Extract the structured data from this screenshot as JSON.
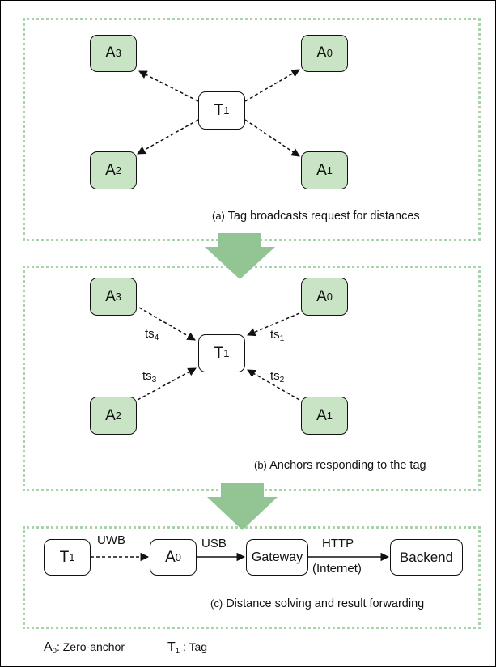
{
  "panel_a": {
    "caption_prefix": "(a)",
    "caption_text": "Tag broadcasts request for distances",
    "nodes": {
      "a3": {
        "base": "A",
        "sub": "3"
      },
      "a0": {
        "base": "A",
        "sub": "0"
      },
      "a2": {
        "base": "A",
        "sub": "2"
      },
      "a1": {
        "base": "A",
        "sub": "1"
      },
      "t1": {
        "base": "T",
        "sub": "1"
      }
    }
  },
  "panel_b": {
    "caption_prefix": "(b)",
    "caption_text": "Anchors responding to the tag",
    "nodes": {
      "a3": {
        "base": "A",
        "sub": "3"
      },
      "a0": {
        "base": "A",
        "sub": "0"
      },
      "a2": {
        "base": "A",
        "sub": "2"
      },
      "a1": {
        "base": "A",
        "sub": "1"
      },
      "t1": {
        "base": "T",
        "sub": "1"
      }
    },
    "timestamps": {
      "ts4": {
        "base": "ts",
        "sub": "4"
      },
      "ts1": {
        "base": "ts",
        "sub": "1"
      },
      "ts3": {
        "base": "ts",
        "sub": "3"
      },
      "ts2": {
        "base": "ts",
        "sub": "2"
      }
    }
  },
  "panel_c": {
    "caption_prefix": "(c)",
    "caption_text": "Distance solving and result forwarding",
    "nodes": {
      "t1": {
        "base": "T",
        "sub": "1"
      },
      "a0": {
        "base": "A",
        "sub": "0"
      },
      "gateway": "Gateway",
      "backend": "Backend"
    },
    "links": {
      "uwb": "UWB",
      "usb": "USB",
      "http": "HTTP",
      "internet": "(Internet)"
    }
  },
  "legend": {
    "anchor": {
      "base": "A",
      "sub": "0",
      "desc": ": Zero-anchor"
    },
    "tag": {
      "base": "T",
      "sub": "1",
      "desc": ": Tag"
    }
  },
  "colors": {
    "anchor_fill": "#c9e4c5",
    "panel_border": "#a9d3a9",
    "flow_arrow": "#93c594",
    "line": "#111111"
  }
}
